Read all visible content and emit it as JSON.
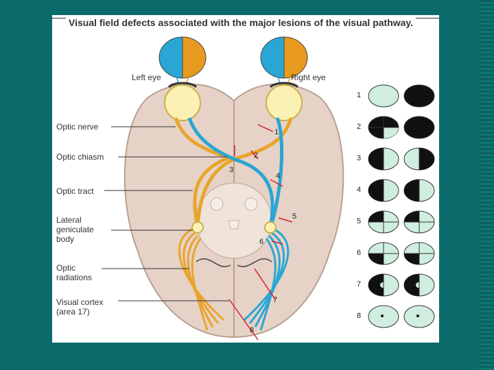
{
  "title": "Visual field defects associated with the major lesions of the visual pathway.",
  "eyes": {
    "left": "Left eye",
    "right": "Right eye"
  },
  "labels": {
    "optic_nerve": "Optic nerve",
    "optic_chiasm": "Optic chiasm",
    "optic_tract": "Optic tract",
    "lgb_1": "Lateral",
    "lgb_2": "geniculate",
    "lgb_3": "body",
    "radiations_1": "Optic",
    "radiations_2": "radiations",
    "cortex_1": "Visual cortex",
    "cortex_2": "(area 17)"
  },
  "lesions": [
    "1",
    "2",
    "3",
    "4",
    "5",
    "6",
    "7",
    "8"
  ],
  "defects": [
    {
      "n": "1",
      "left": "clear",
      "right": "full-black"
    },
    {
      "n": "2",
      "left": "black-except-lower-right-quadrant",
      "right": "full-black"
    },
    {
      "n": "3",
      "left": "left-half-black",
      "right": "right-half-black"
    },
    {
      "n": "4",
      "left": "left-half-black",
      "right": "left-half-black"
    },
    {
      "n": "5",
      "left": "upper-left-quadrant-black",
      "right": "upper-left-quadrant-black"
    },
    {
      "n": "6",
      "left": "lower-left-quadrant-black",
      "right": "lower-left-quadrant-black"
    },
    {
      "n": "7",
      "left": "left-half-black-macular-sparing",
      "right": "left-half-black-macular-sparing"
    },
    {
      "n": "8",
      "left": "central-spot",
      "right": "central-spot"
    }
  ],
  "colors": {
    "background": "#0b6b6b",
    "brain": "#e6d2c6",
    "left_field": "#29a6d4",
    "right_field": "#e89a1f",
    "field_clear": "#cfeee0",
    "field_black": "#111111",
    "lesion": "#d8202c"
  }
}
